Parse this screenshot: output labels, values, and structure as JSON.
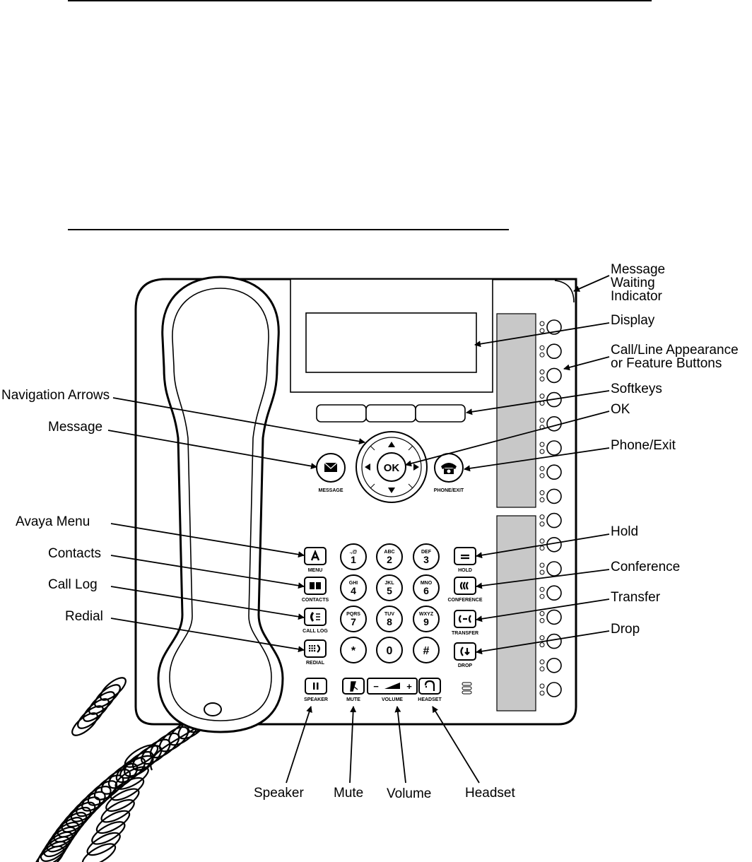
{
  "callouts": {
    "message_waiting_indicator": "Message\nWaiting\nIndicator",
    "display": "Display",
    "line_buttons": "Call/Line Appearance\nor Feature Buttons",
    "softkeys": "Softkeys",
    "ok": "OK",
    "phone_exit": "Phone/Exit",
    "navigation_arrows": "Navigation Arrows",
    "message": "Message",
    "avaya_menu": "Avaya Menu",
    "contacts": "Contacts",
    "call_log": "Call  Log",
    "redial": "Redial",
    "hold": "Hold",
    "conference": "Conference",
    "transfer": "Transfer",
    "drop": "Drop",
    "speaker": "Speaker",
    "mute": "Mute",
    "volume": "Volume",
    "headset": "Headset"
  },
  "buttons": {
    "message": "MESSAGE",
    "phone_exit": "PHONE/EXIT",
    "ok": "OK",
    "menu": "MENU",
    "contacts": "CONTACTS",
    "call_log": "CALL LOG",
    "redial": "REDIAL",
    "hold": "HOLD",
    "conference": "CONFERENCE",
    "transfer": "TRANSFER",
    "drop": "DROP",
    "speaker": "SPEAKER",
    "mute": "MUTE",
    "volume": "VOLUME",
    "volume_minus": "−",
    "volume_plus": "+",
    "headset": "HEADSET"
  },
  "keypad": [
    {
      "digit": "1",
      "letters": ".,@"
    },
    {
      "digit": "2",
      "letters": "ABC"
    },
    {
      "digit": "3",
      "letters": "DEF"
    },
    {
      "digit": "4",
      "letters": "GHI"
    },
    {
      "digit": "5",
      "letters": "JKL"
    },
    {
      "digit": "6",
      "letters": "MNO"
    },
    {
      "digit": "7",
      "letters": "PQRS"
    },
    {
      "digit": "8",
      "letters": "TUV"
    },
    {
      "digit": "9",
      "letters": "WXYZ"
    },
    {
      "digit": "*",
      "letters": ""
    },
    {
      "digit": "0",
      "letters": ""
    },
    {
      "digit": "#",
      "letters": ""
    }
  ],
  "colors": {
    "ink": "#000000",
    "panel_gray": "#c8c8c8",
    "page": "#ffffff"
  }
}
